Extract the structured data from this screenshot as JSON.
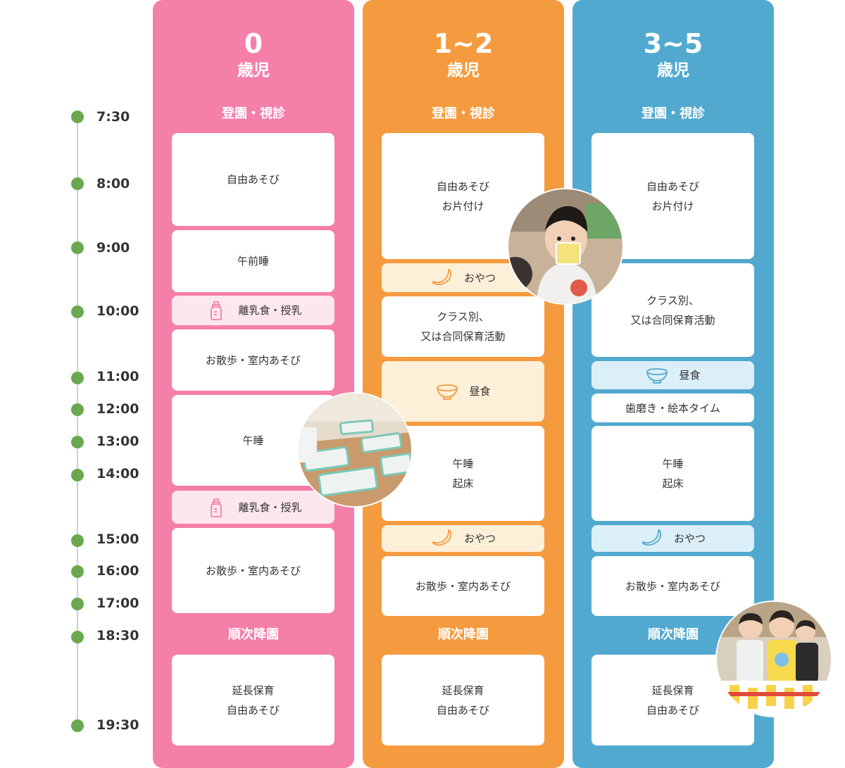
{
  "timeline": {
    "times": [
      "7:30",
      "8:00",
      "9:00",
      "10:00",
      "11:00",
      "12:00",
      "13:00",
      "14:00",
      "15:00",
      "16:00",
      "17:00",
      "18:30",
      "19:30"
    ]
  },
  "colors": {
    "pink": "#f47fa8",
    "orange": "#f59b3f",
    "blue": "#52a9cf",
    "timeline_dot": "#6aa84f"
  },
  "columns": [
    {
      "age": "0",
      "unit": "歳児",
      "arrival": "登園・視診",
      "departure": "順次降園",
      "cards": [
        {
          "lines": [
            "自由あそび"
          ]
        },
        {
          "lines": [
            "午前睡"
          ]
        },
        {
          "icon": "baby-bottle-icon",
          "lines": [
            "離乳食・授乳"
          ]
        },
        {
          "lines": [
            "お散歩・室内あそび"
          ]
        },
        {
          "lines": [
            "午睡"
          ]
        },
        {
          "icon": "baby-bottle-icon",
          "lines": [
            "離乳食・授乳"
          ]
        },
        {
          "lines": [
            "お散歩・室内あそび"
          ]
        },
        {
          "lines": [
            "延長保育",
            "自由あそび"
          ]
        }
      ]
    },
    {
      "age": "1~2",
      "unit": "歳児",
      "arrival": "登園・視診",
      "departure": "順次降園",
      "cards": [
        {
          "lines": [
            "自由あそび",
            "お片付け"
          ]
        },
        {
          "icon": "banana-icon",
          "lines": [
            "おやつ"
          ]
        },
        {
          "lines": [
            "クラス別、",
            "又は合同保育活動"
          ]
        },
        {
          "icon": "rice-bowl-icon",
          "lines": [
            "昼食"
          ]
        },
        {
          "lines": [
            "午睡",
            "起床"
          ]
        },
        {
          "icon": "banana-icon",
          "lines": [
            "おやつ"
          ]
        },
        {
          "lines": [
            "お散歩・室内あそび"
          ]
        },
        {
          "lines": [
            "延長保育",
            "自由あそび"
          ]
        }
      ]
    },
    {
      "age": "3~5",
      "unit": "歳児",
      "arrival": "登園・視診",
      "departure": "順次降園",
      "cards": [
        {
          "lines": [
            "自由あそび",
            "お片付け"
          ]
        },
        {
          "lines": [
            "クラス別、",
            "又は合同保育活動"
          ]
        },
        {
          "icon": "rice-bowl-icon",
          "lines": [
            "昼食"
          ]
        },
        {
          "lines": [
            "歯磨き・絵本タイム"
          ]
        },
        {
          "lines": [
            "午睡",
            "起床"
          ]
        },
        {
          "icon": "banana-icon",
          "lines": [
            "おやつ"
          ]
        },
        {
          "lines": [
            "お散歩・室内あそび"
          ]
        },
        {
          "lines": [
            "延長保育",
            "自由あそび"
          ]
        }
      ]
    }
  ]
}
